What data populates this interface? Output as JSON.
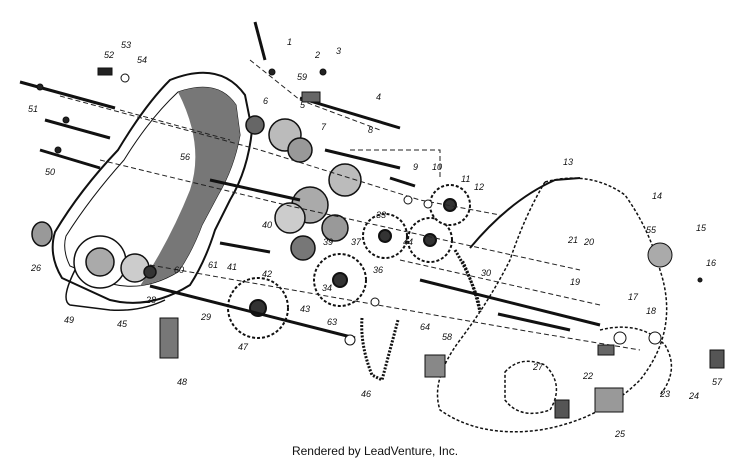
{
  "footer": {
    "credit": "Rendered by LeadVenture, Inc."
  },
  "diagram": {
    "part_numbers": [
      "1",
      "2",
      "3",
      "4",
      "5",
      "6",
      "7",
      "8",
      "9",
      "10",
      "11",
      "12",
      "13",
      "14",
      "15",
      "16",
      "17",
      "18",
      "19",
      "20",
      "21",
      "22",
      "23",
      "24",
      "25",
      "26",
      "27",
      "28",
      "29",
      "30",
      "33",
      "34",
      "36",
      "37",
      "39",
      "40",
      "41",
      "42",
      "43",
      "44",
      "45",
      "46",
      "47",
      "48",
      "49",
      "50",
      "51",
      "52",
      "53",
      "54",
      "55",
      "56",
      "57",
      "58",
      "59",
      "60",
      "61",
      "63",
      "64"
    ]
  }
}
